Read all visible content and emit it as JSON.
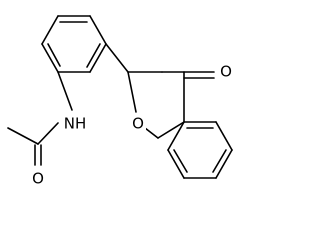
{
  "atom_labels": {
    "carbonyl_oxygen_ketone": "O",
    "ring_oxygen": "O",
    "amide_nitrogen": "NH",
    "amide_carbonyl_oxygen": "O"
  },
  "colors": {
    "bond": "#000000",
    "text": "#000000",
    "background": "#ffffff"
  }
}
